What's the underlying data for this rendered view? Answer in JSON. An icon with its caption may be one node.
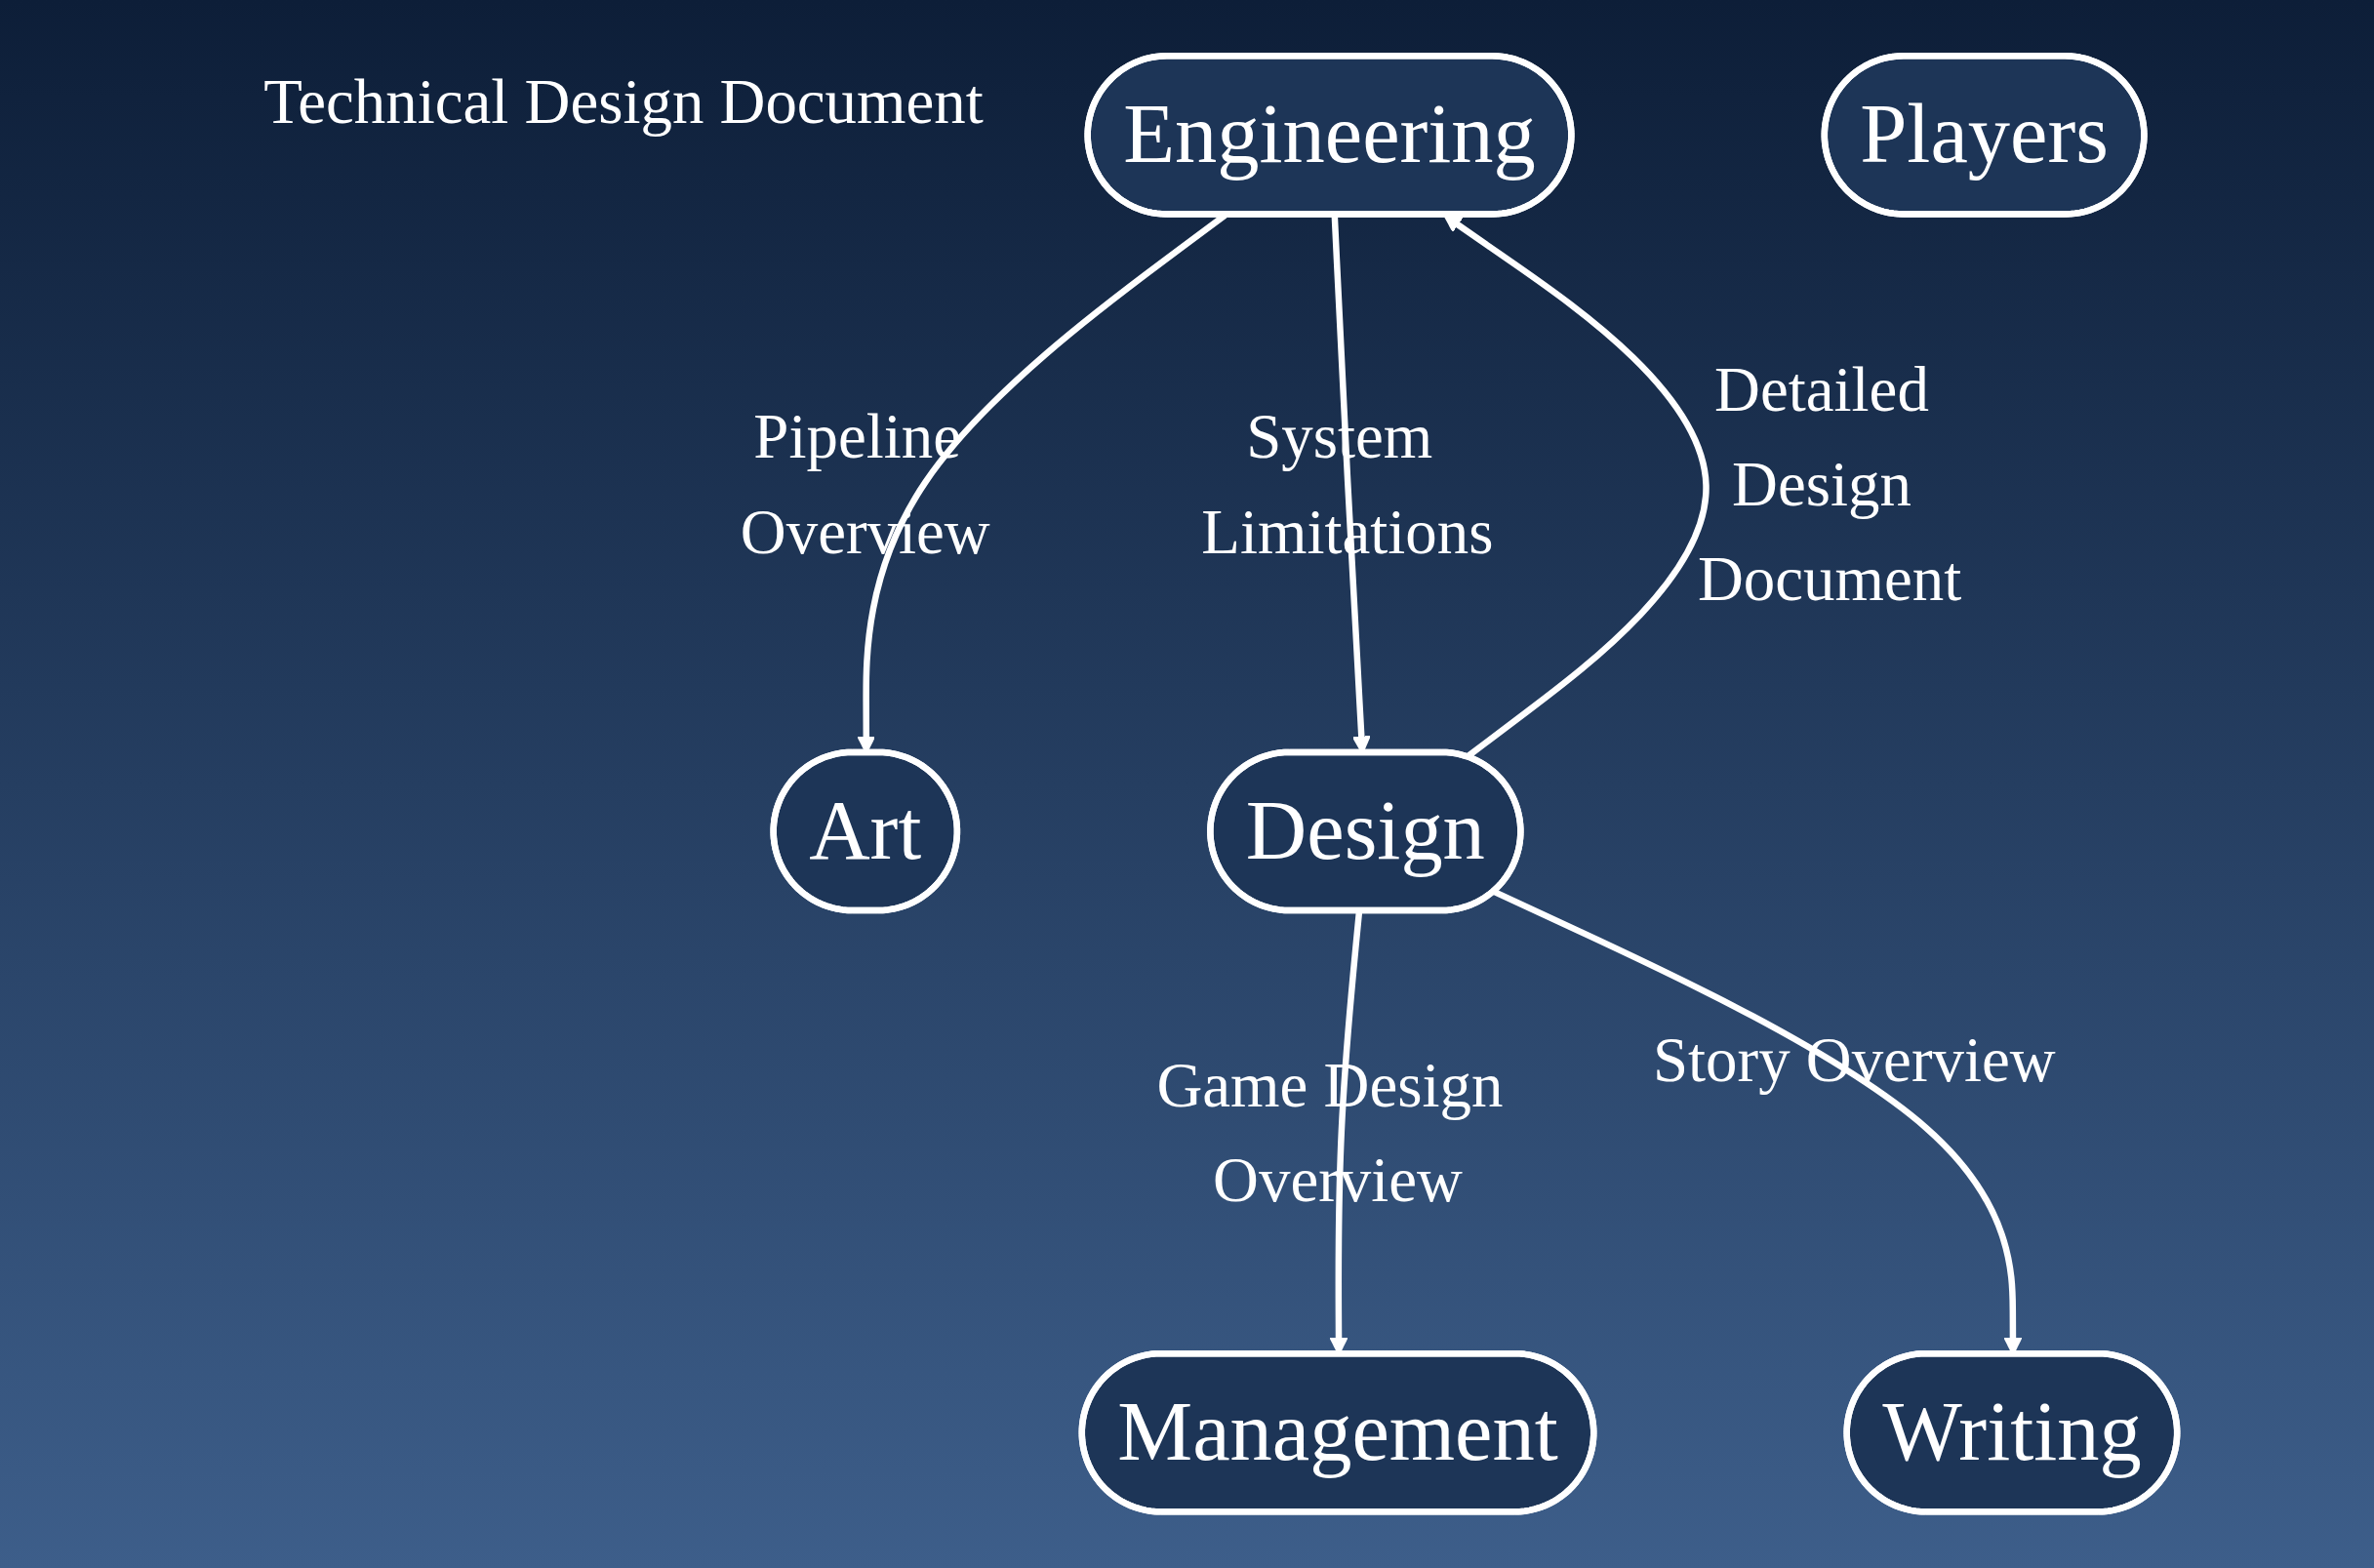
{
  "diagram": {
    "nodes": [
      {
        "text": [
          "Art"
        ]
      },
      {
        "text": [
          "Management"
        ]
      },
      {
        "text": [
          "Engineering"
        ],
        "beside": [
          "Technical Design Document"
        ]
      },
      {
        "text": [
          "Design"
        ]
      },
      {
        "text": [
          "Players"
        ]
      },
      {
        "text": [
          "Writing"
        ]
      }
    ],
    "edges": [
      {
        "from": 2,
        "to": 0,
        "arrow": "to",
        "label": "Pipeline Overview"
      },
      {
        "from": 3,
        "to": 1,
        "arrow": "to",
        "label": "Game Design Overview"
      },
      {
        "from": 2,
        "to": 3,
        "arrow": "to",
        "label": "System Limitations"
      },
      {
        "from": 3,
        "to": 2,
        "arrow": "to",
        "label": "Detailed Design Document"
      },
      {
        "from": 3,
        "to": 5,
        "arrow": "to",
        "label": "Story Overview"
      }
    ]
  }
}
